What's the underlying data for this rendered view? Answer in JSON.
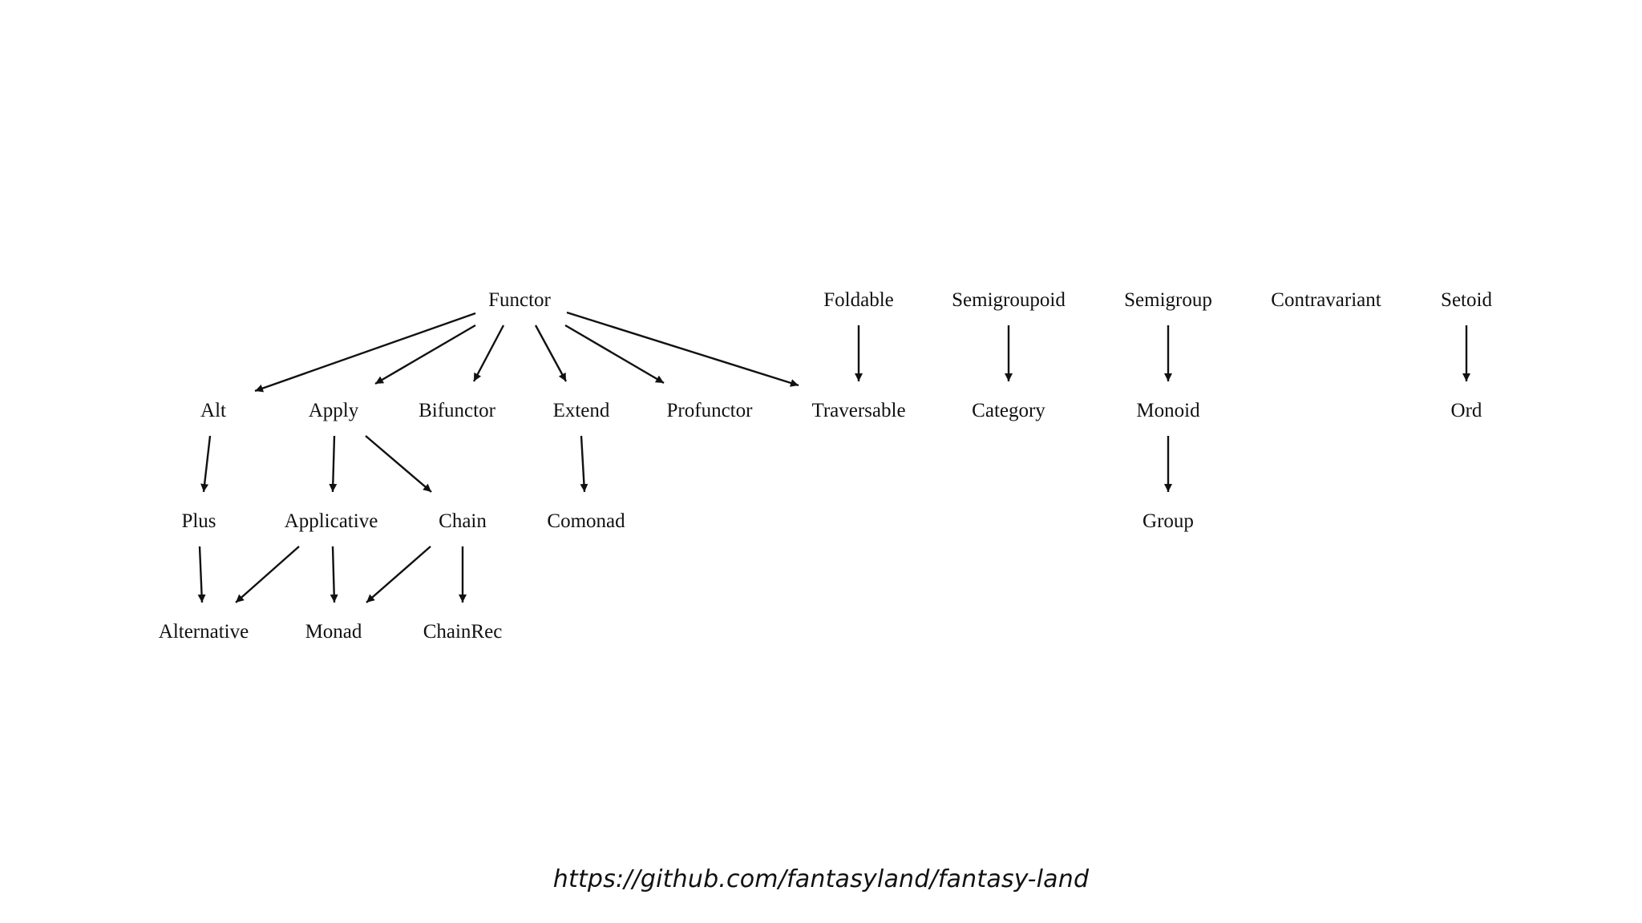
{
  "diagram": {
    "nodes": [
      {
        "id": "functor",
        "label": "Functor"
      },
      {
        "id": "foldable",
        "label": "Foldable"
      },
      {
        "id": "semigroupoid",
        "label": "Semigroupoid"
      },
      {
        "id": "semigroup",
        "label": "Semigroup"
      },
      {
        "id": "contravariant",
        "label": "Contravariant"
      },
      {
        "id": "setoid",
        "label": "Setoid"
      },
      {
        "id": "alt",
        "label": "Alt"
      },
      {
        "id": "apply",
        "label": "Apply"
      },
      {
        "id": "bifunctor",
        "label": "Bifunctor"
      },
      {
        "id": "extend",
        "label": "Extend"
      },
      {
        "id": "profunctor",
        "label": "Profunctor"
      },
      {
        "id": "traversable",
        "label": "Traversable"
      },
      {
        "id": "category",
        "label": "Category"
      },
      {
        "id": "monoid",
        "label": "Monoid"
      },
      {
        "id": "ord",
        "label": "Ord"
      },
      {
        "id": "plus",
        "label": "Plus"
      },
      {
        "id": "applicative",
        "label": "Applicative"
      },
      {
        "id": "chain",
        "label": "Chain"
      },
      {
        "id": "comonad",
        "label": "Comonad"
      },
      {
        "id": "group",
        "label": "Group"
      },
      {
        "id": "alternative",
        "label": "Alternative"
      },
      {
        "id": "monad",
        "label": "Monad"
      },
      {
        "id": "chainrec",
        "label": "ChainRec"
      }
    ],
    "edges": [
      {
        "from": "functor",
        "to": "alt"
      },
      {
        "from": "functor",
        "to": "apply"
      },
      {
        "from": "functor",
        "to": "bifunctor"
      },
      {
        "from": "functor",
        "to": "extend"
      },
      {
        "from": "functor",
        "to": "profunctor"
      },
      {
        "from": "functor",
        "to": "traversable"
      },
      {
        "from": "foldable",
        "to": "traversable"
      },
      {
        "from": "semigroupoid",
        "to": "category"
      },
      {
        "from": "semigroup",
        "to": "monoid"
      },
      {
        "from": "setoid",
        "to": "ord"
      },
      {
        "from": "alt",
        "to": "plus"
      },
      {
        "from": "apply",
        "to": "applicative"
      },
      {
        "from": "apply",
        "to": "chain"
      },
      {
        "from": "extend",
        "to": "comonad"
      },
      {
        "from": "monoid",
        "to": "group"
      },
      {
        "from": "plus",
        "to": "alternative"
      },
      {
        "from": "applicative",
        "to": "alternative"
      },
      {
        "from": "applicative",
        "to": "monad"
      },
      {
        "from": "chain",
        "to": "monad"
      },
      {
        "from": "chain",
        "to": "chainrec"
      }
    ]
  },
  "source": {
    "url": "https://github.com/fantasyland/fantasy-land"
  }
}
